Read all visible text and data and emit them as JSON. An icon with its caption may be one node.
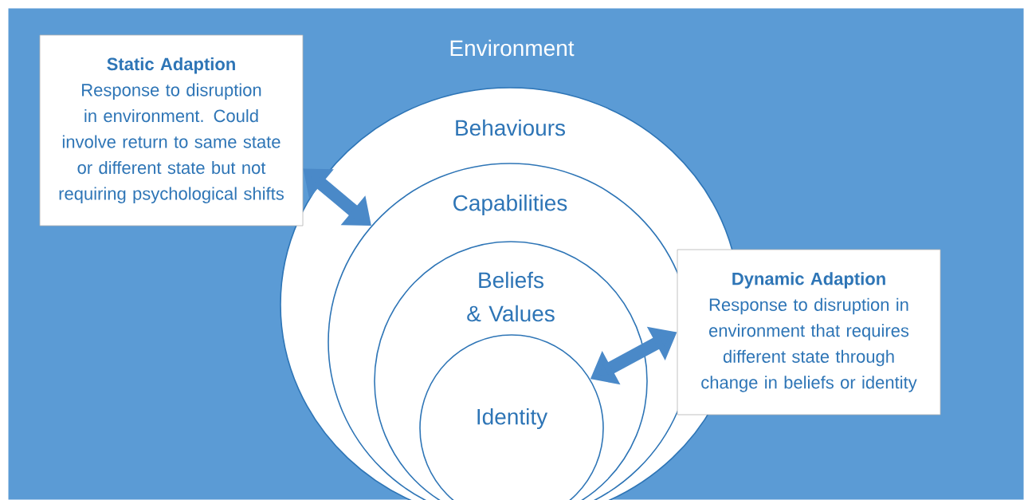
{
  "diagram": {
    "nodes": [
      {
        "text": [
          "Environment"
        ]
      },
      {
        "text": [
          "Behaviours"
        ],
        "in": 0
      },
      {
        "text": [
          "Capabilities"
        ],
        "in": 1
      },
      {
        "text": [
          "Beliefs & Values"
        ],
        "in": 2
      },
      {
        "text": [
          "Identity"
        ],
        "in": 3
      },
      {
        "text": [
          "Static Adaption",
          "Response to disruption in environment. Could involve return to same state or different state but not requiring psychological shifts"
        ],
        "in": 0
      },
      {
        "text": [
          "Dynamic Adaption",
          "Response to disruption in environment that requires different state through change in beliefs or identity"
        ],
        "in": 0
      }
    ],
    "edges": [
      {
        "from": 5,
        "to": 2,
        "arrow": "both"
      },
      {
        "from": 4,
        "to": 6,
        "arrow": "both"
      }
    ]
  }
}
